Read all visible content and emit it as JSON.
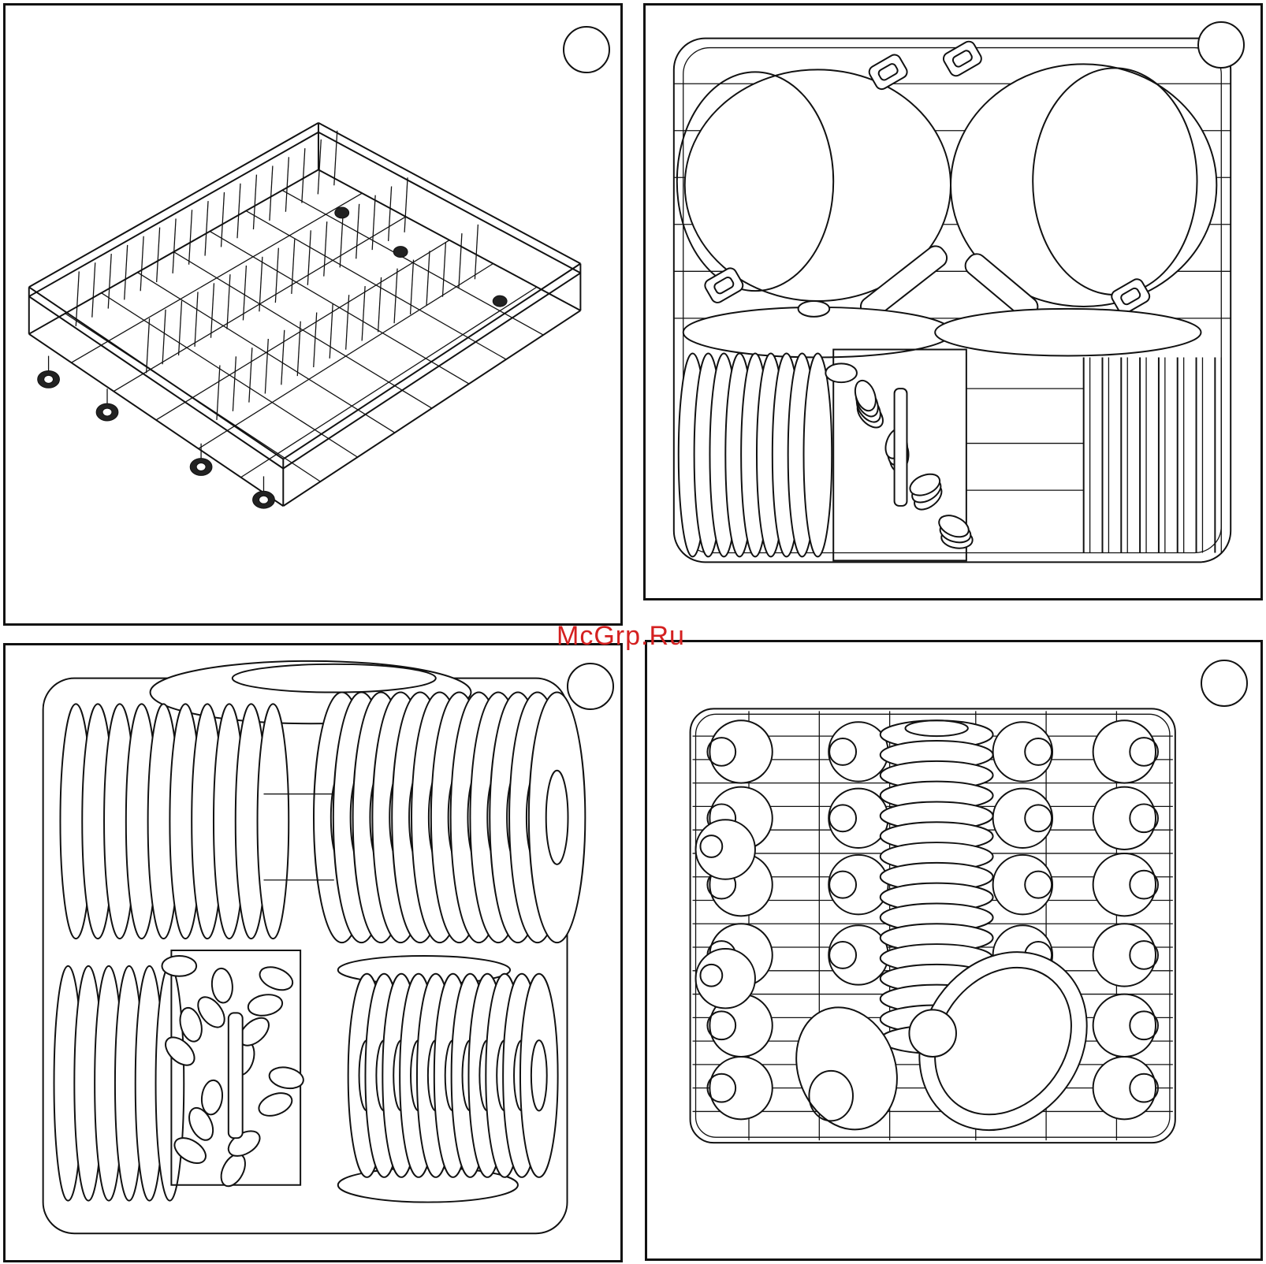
{
  "watermark": {
    "text": "McGrp.Ru",
    "color": "#d42020"
  },
  "panels": [
    {
      "id": "empty-rack",
      "icon": "dishwasher-basket-icon"
    },
    {
      "id": "pots-and-plates",
      "icon": "pots-loaded-rack-icon"
    },
    {
      "id": "plates-loaded",
      "icon": "plates-loaded-rack-icon"
    },
    {
      "id": "cups-top-view",
      "icon": "cups-top-view-icon"
    }
  ],
  "colors": {
    "line": "#111111",
    "background": "#ffffff"
  }
}
